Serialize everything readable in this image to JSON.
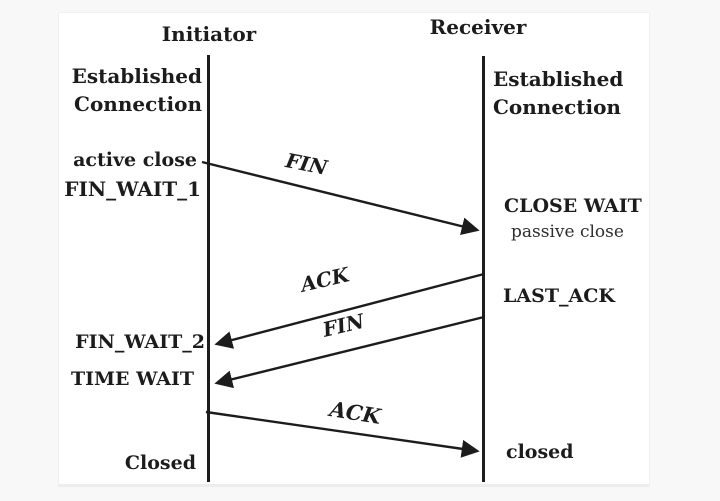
{
  "colors": {
    "ink": "#1c1c1c",
    "page_background": "#f8f8f8",
    "canvas_background": "#ffffff"
  },
  "initiator": {
    "title": "Initiator",
    "established": "Established\nConnection",
    "active_close": "active close",
    "fin_wait_1": "FIN_WAIT_1",
    "fin_wait_2": "FIN_WAIT_2",
    "time_wait": "TIME WAIT",
    "closed": "Closed"
  },
  "receiver": {
    "title": "Receiver",
    "established": "Established\nConnection",
    "close_wait": "CLOSE WAIT",
    "passive_close": "passive close",
    "last_ack": "LAST_ACK",
    "closed": "closed"
  },
  "messages": {
    "fin_1": "FIN",
    "ack_1": "ACK",
    "fin_2": "FIN",
    "ack_2": "ACK"
  }
}
